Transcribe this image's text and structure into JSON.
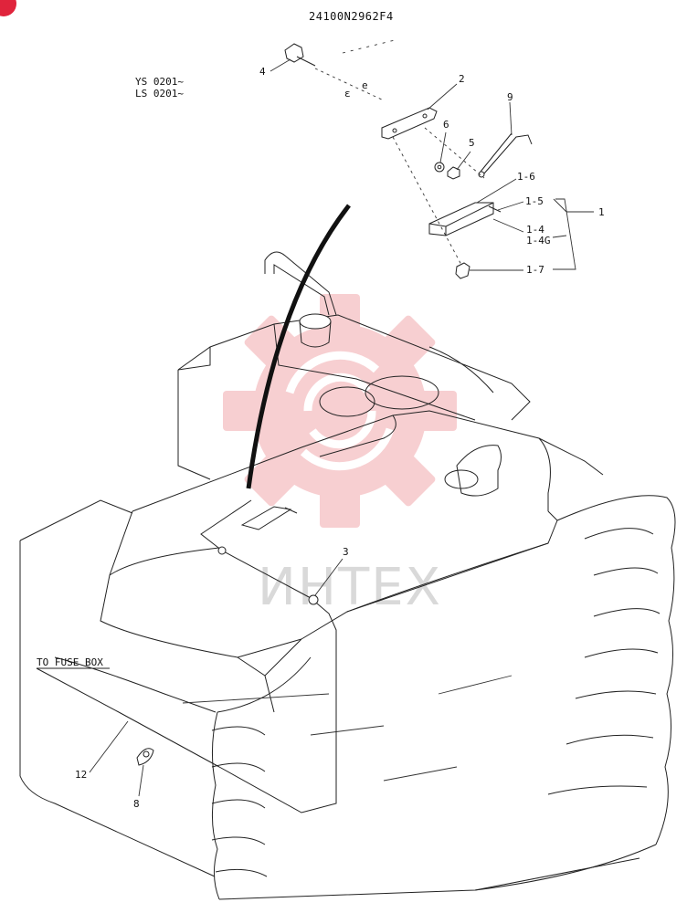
{
  "title": "24100N2962F4",
  "serial_notes": [
    "YS 0201~",
    "LS 0201~"
  ],
  "note_to_fuse_box": "TO FUSE BOX",
  "watermark_text": "ИНТЕХ",
  "callouts": {
    "c1": "1",
    "c1_4": "1-4",
    "c1_4g": "1-4G",
    "c1_5": "1-5",
    "c1_6": "1-6",
    "c1_7": "1-7",
    "c2": "2",
    "c3": "3",
    "c4": "4",
    "c5": "5",
    "c6": "6",
    "c7_num": "8",
    "c9": "9",
    "c12": "12"
  },
  "colors": {
    "ink": "#222222",
    "watermark": "#f2b5b8",
    "badge": "#e0243c"
  }
}
